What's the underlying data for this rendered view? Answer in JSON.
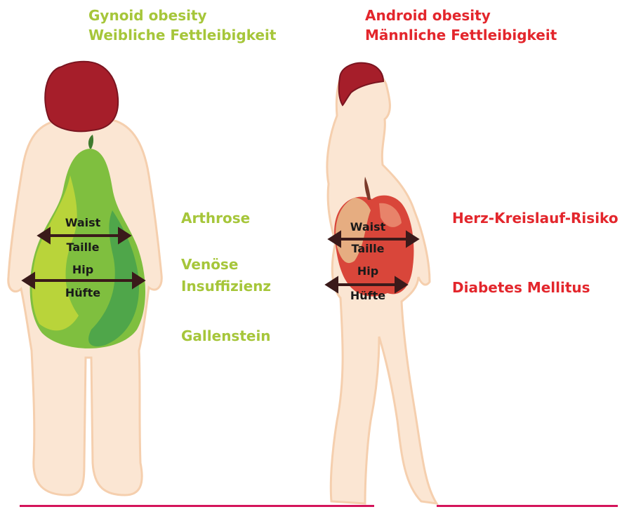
{
  "gynoid": {
    "title_en": "Gynoid obesity",
    "title_de": "Weibliche Fettleibigkeit",
    "risks": [
      "Arthrose",
      "Venöse",
      "Insuffizienz",
      "Gallenstein"
    ],
    "waist_en": "Waist",
    "waist_de": "Taille",
    "hip_en": "Hip",
    "hip_de": "Hüfte"
  },
  "android": {
    "title_en": "Android obesity",
    "title_de": "Männliche Fettleibigkeit",
    "risks": [
      "Herz-Kreislauf-Risiko",
      "Diabetes Mellitus"
    ],
    "waist_en": "Waist",
    "waist_de": "Taille",
    "hip_en": "Hip",
    "hip_de": "Hüfte"
  },
  "colors": {
    "gynoid_accent": "#a6c63a",
    "android_accent": "#e3262c",
    "skin": "#fbe6d3",
    "skin_outline": "#f5cfae",
    "hair": "#a61e2a",
    "pear_light": "#b9d43a",
    "pear_mid": "#7fbf3f",
    "pear_dark": "#4fa64a",
    "apple_red": "#d9463a",
    "apple_light": "#e8836a",
    "arrow": "#3a1a1a",
    "rule": "#d4145a"
  }
}
